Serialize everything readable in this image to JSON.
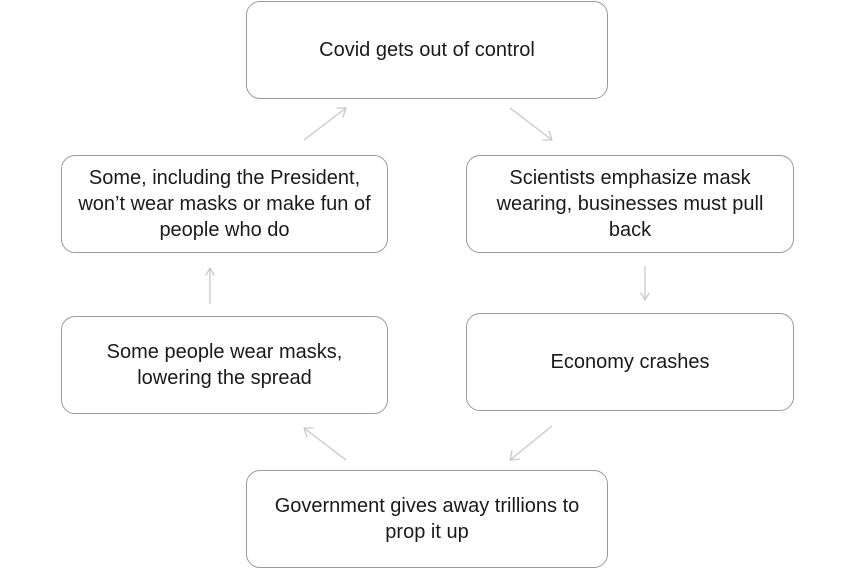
{
  "cycle": {
    "nodes": [
      {
        "text": "Covid gets out of control"
      },
      {
        "text": "Scientists emphasize mask wearing, businesses must pull back"
      },
      {
        "text": "Economy crashes"
      },
      {
        "text": "Government gives away trillions to prop it up"
      },
      {
        "text": "Some people wear masks, lowering the spread"
      },
      {
        "text": "Some, including the President, won’t wear masks or make fun of people who do"
      }
    ],
    "arrow_color": "#c8c8c8",
    "border_color": "#9a9a9a",
    "text_color": "#1a1a1a"
  }
}
